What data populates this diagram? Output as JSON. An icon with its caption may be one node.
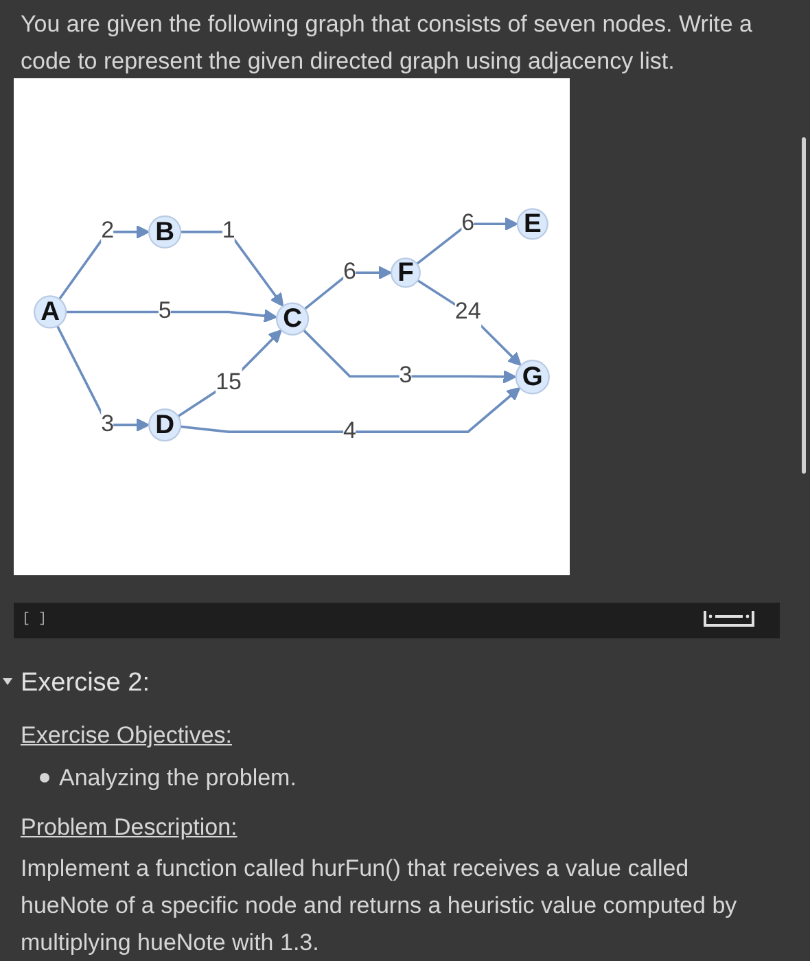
{
  "diagram": {
    "nodes": [
      {
        "text": [
          "A"
        ]
      },
      {
        "text": [
          "B"
        ]
      },
      {
        "text": [
          "C"
        ]
      },
      {
        "text": [
          "D"
        ]
      },
      {
        "text": [
          "E"
        ]
      },
      {
        "text": [
          "F"
        ]
      },
      {
        "text": [
          "G"
        ]
      }
    ],
    "edges": [
      {
        "from": 0,
        "to": 1,
        "arrow": "to",
        "label": "2"
      },
      {
        "from": 1,
        "to": 2,
        "arrow": "to",
        "label": "1"
      },
      {
        "from": 0,
        "to": 2,
        "arrow": "to",
        "label": "5"
      },
      {
        "from": 0,
        "to": 3,
        "arrow": "to",
        "label": "3"
      },
      {
        "from": 3,
        "to": 2,
        "arrow": "to",
        "label": "15"
      },
      {
        "from": 2,
        "to": 5,
        "arrow": "to",
        "label": "6"
      },
      {
        "from": 2,
        "to": 6,
        "arrow": "to",
        "label": "3"
      },
      {
        "from": 5,
        "to": 4,
        "arrow": "to",
        "label": "6"
      },
      {
        "from": 5,
        "to": 6,
        "arrow": "to",
        "label": "24"
      },
      {
        "from": 3,
        "to": 6,
        "arrow": "to",
        "label": "4"
      }
    ],
    "labels": [
      "You are given the following graph that consists of seven nodes. Write a code to represent the given directed graph using adjacency list.",
      "[ ]",
      "Exercise 2:",
      "Exercise Objectives:",
      "Analyzing the problem.",
      "Problem Description:",
      "Implement a function called hurFun() that receives a value called hueNote of a specific node and returns a heuristic value computed by multiplying hueNote with 1.3."
    ]
  }
}
